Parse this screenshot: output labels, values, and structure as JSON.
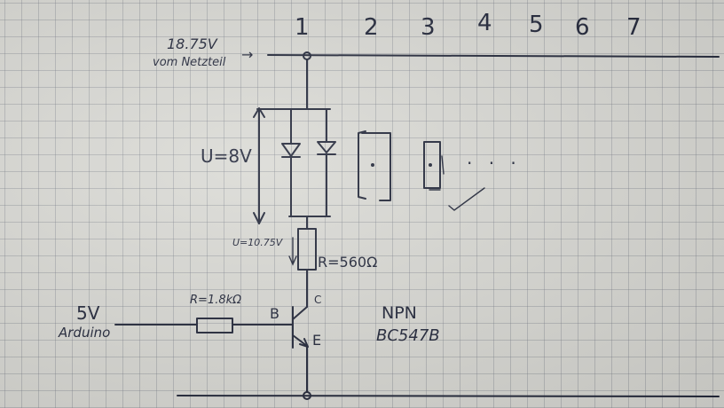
{
  "supply": {
    "voltage": "18.75V",
    "source": "vom Netzteil",
    "arrow": "→"
  },
  "columns": [
    "1",
    "2",
    "3",
    "4",
    "5",
    "6",
    "7"
  ],
  "led_string": {
    "voltage": "U=8V"
  },
  "resistor_top": {
    "voltage": "U=10.75V",
    "value": "R=560Ω"
  },
  "input": {
    "voltage": "5V",
    "source": "Arduino"
  },
  "resistor_base": {
    "value": "R=1.8kΩ"
  },
  "transistor": {
    "base": "B",
    "collector": "C",
    "emitter": "E",
    "type": "NPN",
    "part": "BC547B"
  },
  "ellipsis": ". . ."
}
